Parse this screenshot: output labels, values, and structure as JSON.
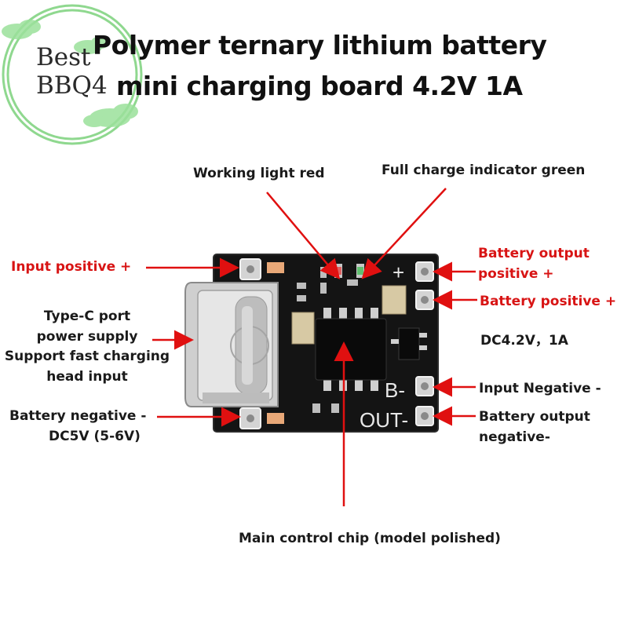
{
  "watermark": {
    "line1": "Best",
    "line2": "BBQ4"
  },
  "title": {
    "line1": "Polymer ternary lithium battery",
    "line2": "mini charging board 4.2V 1A"
  },
  "board": {
    "pad_plus": "+",
    "pad_bminus": "B-",
    "pad_out": "OUT-"
  },
  "labels": {
    "working_light": "Working light red",
    "full_charge": "Full charge indicator green",
    "input_positive": "Input positive +",
    "battery_output_positive_1": "Battery output",
    "battery_output_positive_2": "positive +",
    "battery_positive": "Battery positive +",
    "type_c_1": "Type-C port",
    "type_c_2": "power supply",
    "type_c_3": "Support fast charging",
    "type_c_4": "head input",
    "dc_spec": "DC4.2V，1A",
    "input_negative": "Input Negative -",
    "battery_negative": "Battery negative -",
    "dc5v": "DC5V (5-6V)",
    "battery_output_negative_1": "Battery output",
    "battery_output_negative_2": "negative-",
    "main_chip": "Main control chip (model polished)"
  },
  "colors": {
    "arrow": "#e01010",
    "pcb": "#141414",
    "pad": "#d9d9d9",
    "accent_red": "#d81414",
    "watermark_green": "#8fd88f"
  }
}
